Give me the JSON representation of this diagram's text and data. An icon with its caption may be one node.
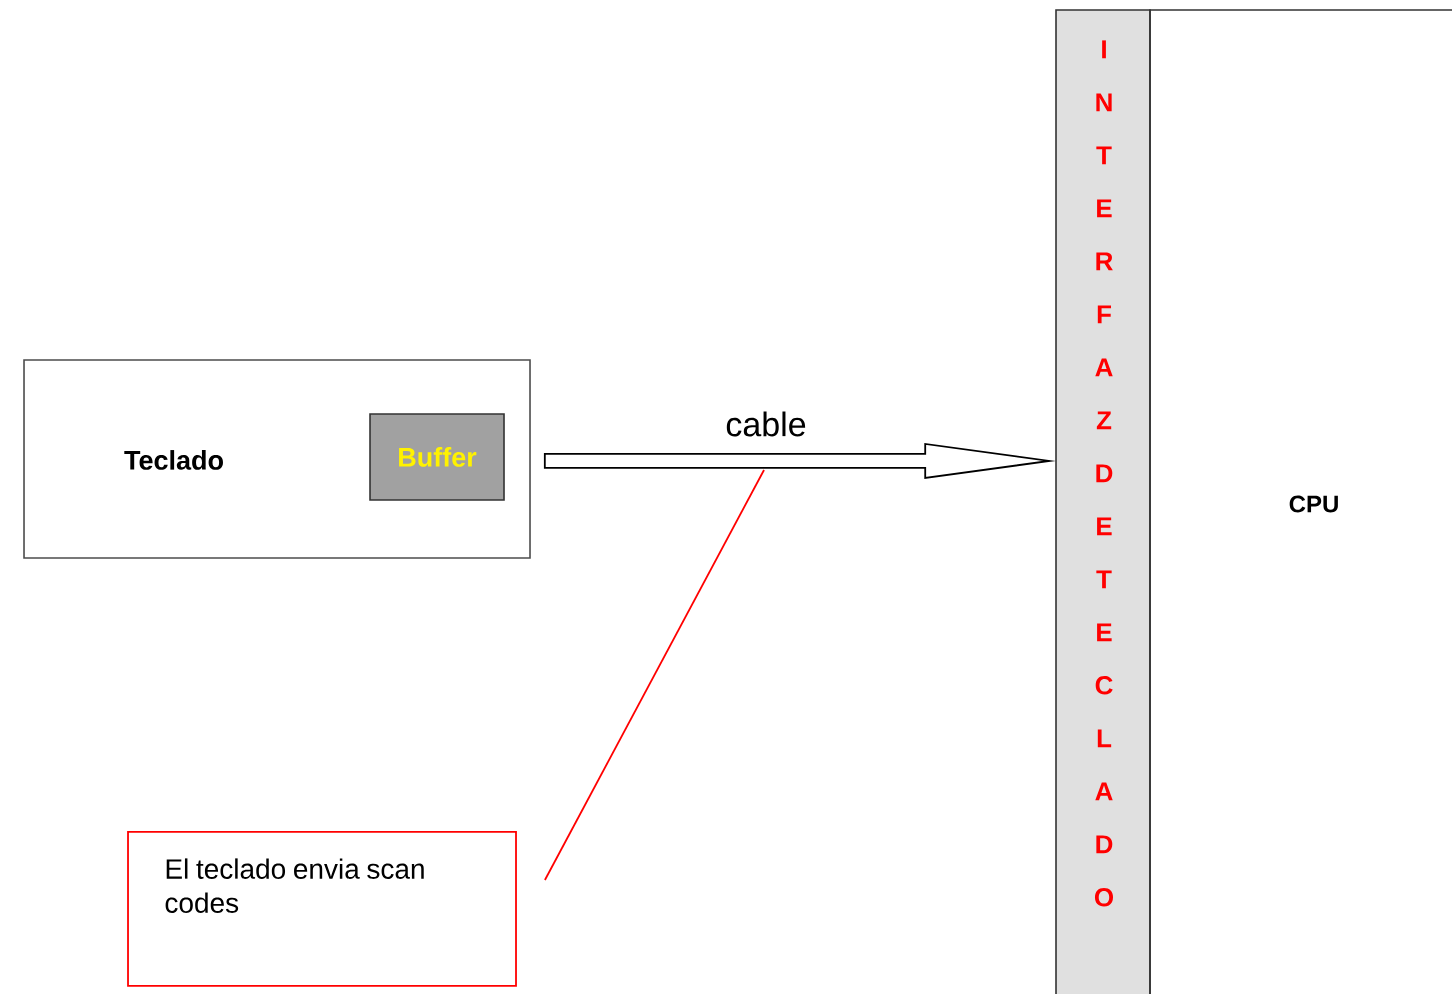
{
  "diagram": {
    "nodes": [
      {
        "text": [
          "Teclado"
        ]
      },
      {
        "text": [
          "Buffer"
        ],
        "in": 0
      },
      {
        "text": [
          "INTERFAZ DE TECLADO"
        ]
      },
      {
        "text": [
          "CPU"
        ]
      },
      {
        "text": [
          "El teclado envia scan codes"
        ]
      }
    ],
    "edges": [
      {
        "from": 0,
        "to": 2,
        "arrow": "to",
        "label": "cable",
        "style": "thick"
      },
      {
        "from": 4,
        "to": null,
        "arrow": "none",
        "color": "#ff0000"
      }
    ]
  }
}
